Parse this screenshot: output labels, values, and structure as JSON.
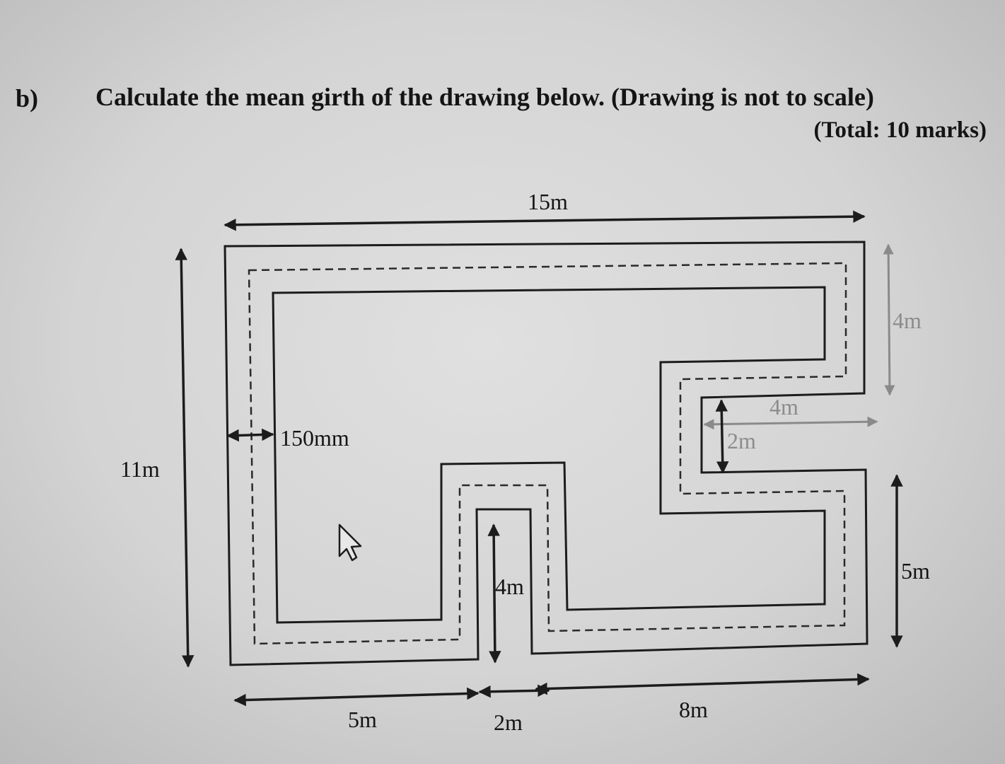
{
  "question": {
    "label": "b)",
    "text": "Calculate the mean girth of the drawing below. (Drawing is not to scale)",
    "marks": "(Total: 10 marks)"
  },
  "diagram": {
    "dimensions": {
      "overall_length": "15m",
      "overall_height": "11m",
      "wall_thickness": "150mm",
      "notch_top_height": "4m",
      "notch_width": "4m",
      "notch_height": "2m",
      "lower_right_height": "5m",
      "slot_depth": "4m",
      "bottom_left": "5m",
      "bottom_slot": "2m",
      "bottom_right": "8m"
    },
    "colors": {
      "wall": "#1c1c1c",
      "faint_dimension": "#8c8c8c"
    }
  }
}
